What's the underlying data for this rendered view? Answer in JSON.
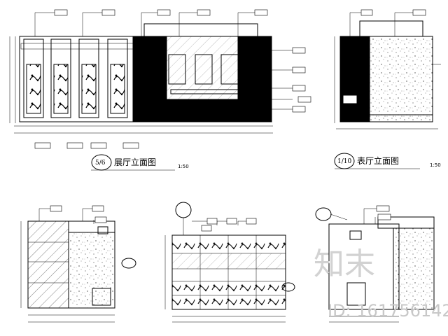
{
  "views": [
    {
      "code": "5/6",
      "title": "展厅立面图",
      "scale": "1:50"
    },
    {
      "code": "1/10",
      "title": "表厅立面图",
      "scale": "1:50"
    }
  ],
  "watermark": {
    "brand": "知末",
    "id": "ID: 161756142"
  }
}
